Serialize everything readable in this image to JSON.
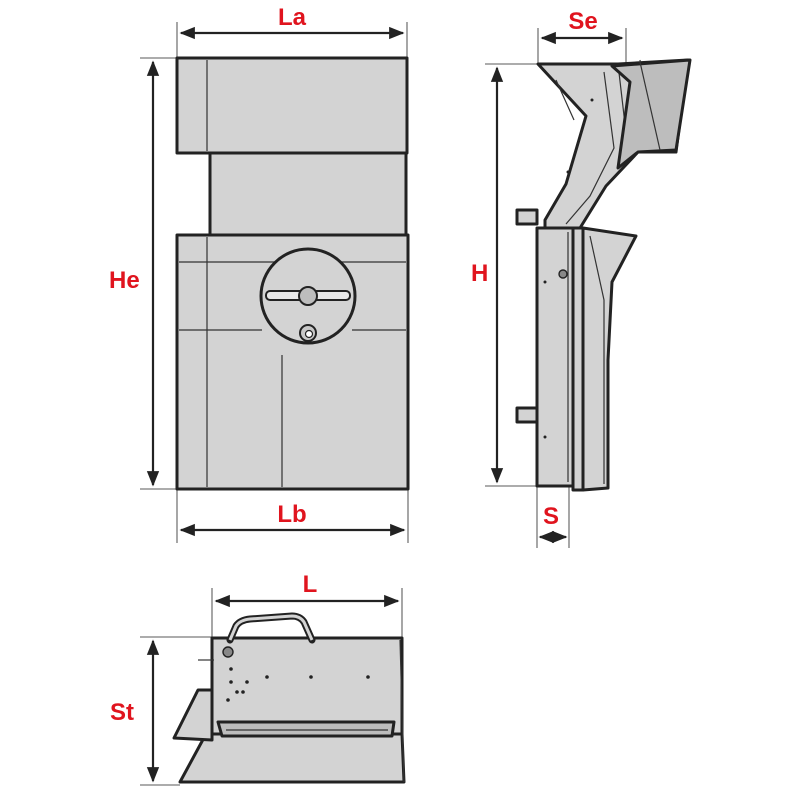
{
  "colors": {
    "label": "#e0141e",
    "stroke": "#222222",
    "fill": "#d3d3d3"
  },
  "labels": {
    "La": "La",
    "Lb": "Lb",
    "He": "He",
    "Se": "Se",
    "H": "H",
    "S": "S",
    "L": "L",
    "St": "St"
  }
}
